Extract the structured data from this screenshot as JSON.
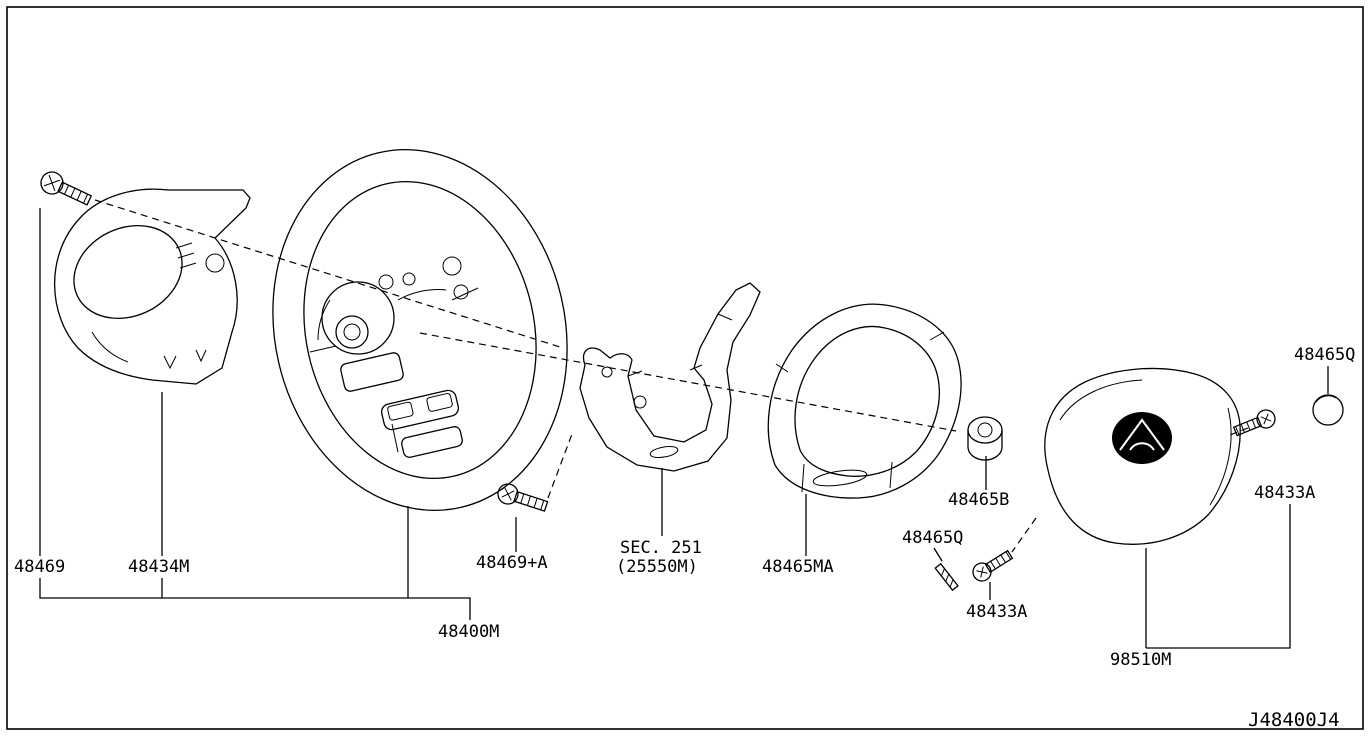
{
  "diagram": {
    "code": "J48400J4",
    "colors": {
      "line": "#000000",
      "background": "#ffffff"
    },
    "section_ref": {
      "line1": "SEC. 251",
      "line2": "(25550M)"
    },
    "parts": {
      "bolt_upper_left": "48469",
      "column_cover": "48434M",
      "bolt_lower": "48469+A",
      "steering_wheel": "48400M",
      "finisher": "48465MA",
      "nut": "48465B",
      "cap_mid": "48465Q",
      "screw_mid": "48433A",
      "cap_right": "48465Q",
      "screw_right": "48433A",
      "airbag_module": "98510M"
    }
  }
}
